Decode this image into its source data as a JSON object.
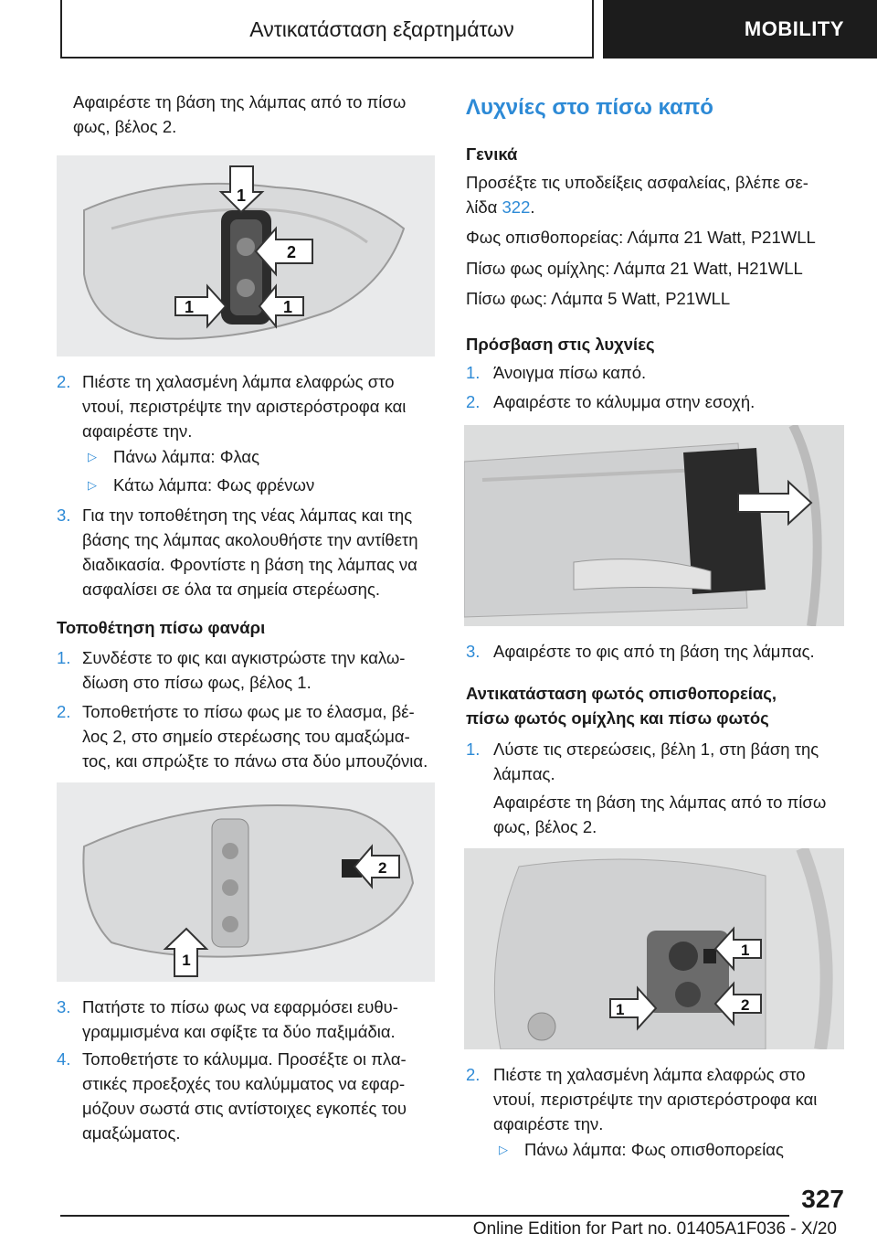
{
  "header": {
    "title": "Αντικατάσταση εξαρτημάτων",
    "section": "MOBILITY"
  },
  "left": {
    "intro": [
      "Αφαιρέστε τη βάση της λάμπας από το πίσω",
      "φως, βέλος 2."
    ],
    "fig1_labels": {
      "a": "1",
      "b": "2",
      "c": "1",
      "d": "1"
    },
    "step2": {
      "num": "2.",
      "lines": [
        "Πιέστε τη χαλασμένη λάμπα ελαφρώς στο",
        "ντουί, περιστρέψτε την αριστερόστροφα και",
        "αφαιρέστε την."
      ]
    },
    "sub1": "Πάνω λάμπα: Φλας",
    "sub2": "Κάτω λάμπα: Φως φρένων",
    "step3": {
      "num": "3.",
      "lines": [
        "Για την τοποθέτηση της νέας λάμπας και της",
        "βάσης της λάμπας ακολουθήστε την αντίθετη",
        "διαδικασία. Φροντίστε η βάση της λάμπας να",
        "ασφαλίσει σε όλα τα σημεία στερέωσης."
      ]
    },
    "heading": "Τοποθέτηση πίσω φανάρι",
    "m1": {
      "num": "1.",
      "lines": [
        "Συνδέστε το φις και αγκιστρώστε την καλω‐",
        "δίωση στο πίσω φως, βέλος 1."
      ]
    },
    "m2": {
      "num": "2.",
      "lines": [
        "Τοποθετήστε το πίσω φως με το έλασμα, βέ‐",
        "λος 2, στο σημείο στερέωσης του αμαξώμα‐",
        "τος, και σπρώξτε το πάνω στα δύο μπουζόνια."
      ]
    },
    "fig2_labels": {
      "a": "2",
      "b": "1"
    },
    "m3": {
      "num": "3.",
      "lines": [
        "Πατήστε το πίσω φως να εφαρμόσει ευθυ‐",
        "γραμμισμένα και σφίξτε τα δύο παξιμάδια."
      ]
    },
    "m4": {
      "num": "4.",
      "lines": [
        "Τοποθετήστε το κάλυμμα. Προσέξτε οι πλα‐",
        "στικές προεξοχές του καλύμματος να εφαρ‐",
        "μόζουν σωστά στις αντίστοιχες εγκοπές του",
        "αμαξώματος."
      ]
    }
  },
  "right": {
    "title": "Λυχνίες στο πίσω καπό",
    "general": "Γενικά",
    "safety_1": "Προσέξτε τις υποδείξεις ασφαλείας, βλέπε σε‐",
    "safety_2a": "λίδα ",
    "safety_link": "322",
    "safety_2b": ".",
    "lamp1": "Φως οπισθοπορείας: Λάμπα 21 Watt, P21WLL",
    "lamp2": "Πίσω φως ομίχλης: Λάμπα 21 Watt, H21WLL",
    "lamp3": "Πίσω φως: Λάμπα 5 Watt, P21WLL",
    "access_heading": "Πρόσβαση στις λυχνίες",
    "a1": {
      "num": "1.",
      "text": "Άνοιγμα πίσω καπό."
    },
    "a2": {
      "num": "2.",
      "text": "Αφαιρέστε το κάλυμμα στην εσοχή."
    },
    "a3": {
      "num": "3.",
      "text": "Αφαιρέστε το φις από τη βάση της λάμπας."
    },
    "replace_heading_1": "Αντικατάσταση φωτός οπισθοπορείας,",
    "replace_heading_2": "πίσω φωτός ομίχλης και πίσω φωτός",
    "r1": {
      "num": "1.",
      "lines": [
        "Λύστε τις στερεώσεις, βέλη 1, στη βάση της",
        "λάμπας."
      ]
    },
    "r1b": [
      "Αφαιρέστε τη βάση της λάμπας από το πίσω",
      "φως, βέλος 2."
    ],
    "fig4_labels": {
      "a": "1",
      "b": "1",
      "c": "2"
    },
    "r2": {
      "num": "2.",
      "lines": [
        "Πιέστε τη χαλασμένη λάμπα ελαφρώς στο",
        "ντουί, περιστρέψτε την αριστερόστροφα και",
        "αφαιρέστε την."
      ]
    },
    "r2sub": "Πάνω λάμπα: Φως οπισθοπορείας"
  },
  "footer": {
    "page": "327",
    "edition": "Online Edition for Part no. 01405A1F036 - X/20"
  },
  "colors": {
    "accent": "#2d8ad6",
    "header_dark": "#1c1c1c",
    "figure_bg": "#e9eaeb"
  }
}
